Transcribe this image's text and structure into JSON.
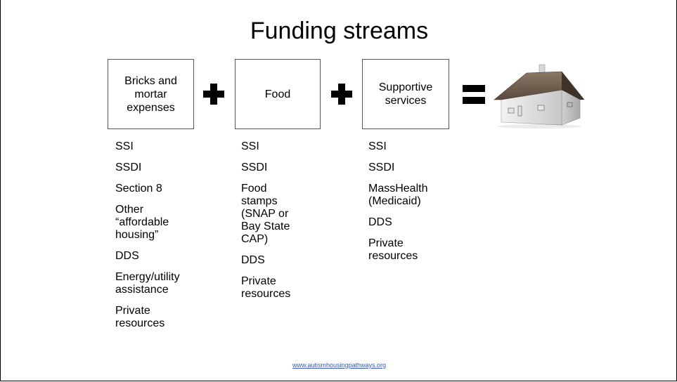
{
  "slide": {
    "title": "Funding streams",
    "footer_link": "www.autismhousingpathways.org"
  },
  "columns": [
    {
      "box_lines": [
        "Bricks and",
        "mortar",
        "expenses"
      ],
      "items": [
        "SSI",
        "SSDI",
        "Section 8",
        "Other “affordable housing”",
        "DDS",
        "Energy/utility assistance",
        "Private resources"
      ]
    },
    {
      "box_lines": [
        "Food"
      ],
      "items": [
        "SSI",
        "SSDI",
        "Food stamps (SNAP or Bay State CAP)",
        "DDS",
        "Private resources"
      ]
    },
    {
      "box_lines": [
        "Supportive",
        "services"
      ],
      "items": [
        "SSI",
        "SSDI",
        "MassHealth (Medicaid)",
        "DDS",
        "Private resources"
      ]
    }
  ],
  "icons": {
    "plus": "plus-sign-icon",
    "equals": "equals-sign-icon",
    "house": "house-icon"
  }
}
